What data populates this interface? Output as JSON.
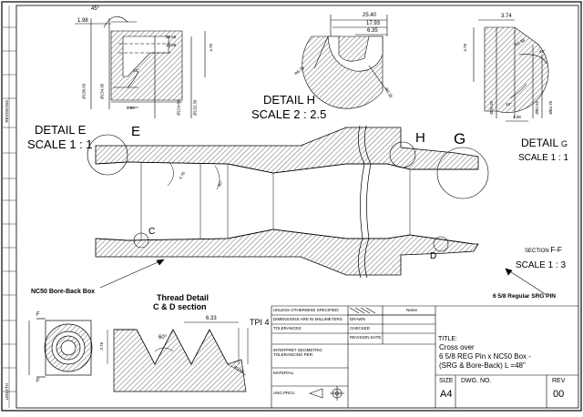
{
  "details": {
    "detail_e": {
      "title": "DETAIL E",
      "scale": "SCALE 1 : 1",
      "marker": "E"
    },
    "detail_h": {
      "title": "DETAIL H",
      "scale": "SCALE 2 : 2.5",
      "marker": "H"
    },
    "detail_g": {
      "title": "DETAIL",
      "letter": "G",
      "scale": "SCALE 1 : 1",
      "marker": "G"
    },
    "section_ff": {
      "prefix": "SECTION",
      "letter": "F-F",
      "scale": "SCALE 1 : 3"
    },
    "marker_c": "C",
    "marker_d": "D"
  },
  "callouts": {
    "box_label": "NC50 Bore-Back Box",
    "pin_label": "6 5/8 Regular SRG PIN",
    "thread_detail_line1": "Thread  Detail",
    "thread_detail_line2": "C & D section",
    "tpi": "TPI 4",
    "section_f": "F"
  },
  "dimensions": {
    "top_left": [
      "45°",
      "1.98",
      "25.65",
      "15.88",
      "45°",
      "0.54",
      "4.76",
      "Ø136.03",
      "Ø134.95",
      "Ø124.64",
      "Ø132.39"
    ],
    "top_center": [
      "25.40",
      "17.93",
      "6.35",
      "R6.35",
      "R6.35"
    ],
    "top_right": [
      "3.74",
      "4.76",
      "45°",
      "10°",
      "1.08",
      "Ø76.20",
      "Ø82.55",
      "Ø84.70",
      "R2.38"
    ],
    "main": [
      "4.76",
      "30°"
    ],
    "thread": [
      "6.33",
      "60°",
      "3.76",
      "R0.64"
    ]
  },
  "title_block": {
    "rows": [
      "UNLESS OTHERWISE SPECIFIED:",
      "DIMENSIONS ARE IN MILLIMETERS",
      "TOLERANCES:",
      "INTERPRET GEOMETRIC TOLERANCING PER:",
      "MATERIAL:",
      "ANG.PROJ."
    ],
    "name_header": "Name",
    "drawn": "DRAWN",
    "checked": "CHECKED",
    "revision_date": "REVISION DATE",
    "title_label": "TITLE:",
    "title_lines": [
      "Cross over",
      "6 5/8 REG Pin x NC50 Box -",
      "(SRG & Bore-Back) L =48\""
    ],
    "size_label": "SIZE",
    "size_value": "A4",
    "dwg_label": "DWG.  NO.",
    "rev_label": "REV",
    "rev_value": "00"
  },
  "revision_strip": {
    "label": "REVISIONS",
    "bottom_label": "LENGTH"
  }
}
